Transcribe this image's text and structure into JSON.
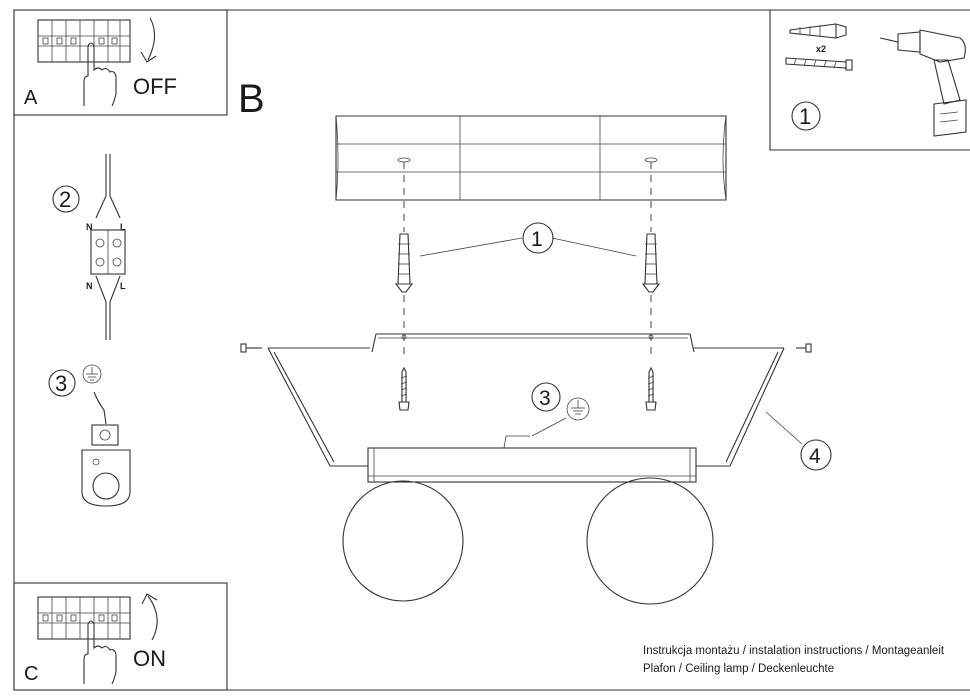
{
  "panels": {
    "a": {
      "letter": "A",
      "power_label": "OFF"
    },
    "b": {
      "letter": "B"
    },
    "c": {
      "letter": "C",
      "power_label": "ON"
    }
  },
  "callouts": {
    "drill_step": "1",
    "anchor_qty": "x2",
    "wiring_step": "2",
    "ground_step": "3",
    "plugs_callout": "1",
    "ground_callout": "3",
    "frame_callout": "4"
  },
  "terminal_labels": {
    "top_left": "N",
    "top_right": "L",
    "bottom_left": "N",
    "bottom_right": "L"
  },
  "footer": {
    "line1": "Instrukcja montażu / instalation instructions / Montageanleit",
    "line2": "Plafon / Ceiling lamp / Deckenleuchte"
  }
}
